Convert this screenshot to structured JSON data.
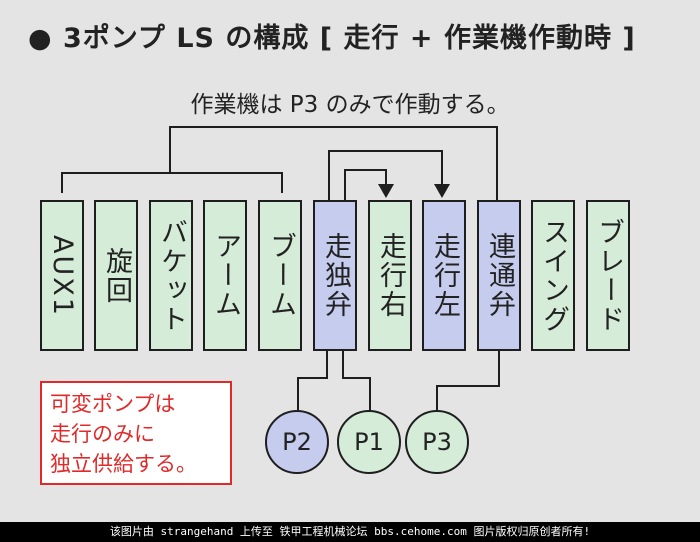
{
  "title": "● 3ポンプ LS の構成 [ 走行 + 作業機作動時 ]",
  "subtitle": "作業機は P3 のみで作動する。",
  "valves": [
    {
      "label": "AUX1",
      "color": "#d5ecd9"
    },
    {
      "label": "旋回",
      "color": "#d5ecd9"
    },
    {
      "label": "バケット",
      "color": "#d5ecd9"
    },
    {
      "label": "アーム",
      "color": "#d5ecd9"
    },
    {
      "label": "ブーム",
      "color": "#d5ecd9"
    },
    {
      "label": "走独弁",
      "color": "#c6ccee"
    },
    {
      "label": "走行右",
      "color": "#d5ecd9"
    },
    {
      "label": "走行左",
      "color": "#c6ccee"
    },
    {
      "label": "連通弁",
      "color": "#c6ccee"
    },
    {
      "label": "スイング",
      "color": "#d5ecd9"
    },
    {
      "label": "ブレード",
      "color": "#d5ecd9"
    }
  ],
  "pumps": [
    {
      "label": "P2",
      "color": "#c6ccee"
    },
    {
      "label": "P1",
      "color": "#d5ecd9"
    },
    {
      "label": "P3",
      "color": "#d5ecd9"
    }
  ],
  "note": {
    "lines": [
      "可変ポンプは",
      "走行のみに",
      "独立供給する。"
    ],
    "color": "#e02a2a"
  },
  "footer": "该图片由 strangehand 上传至 铁甲工程机械论坛 bbs.cehome.com 图片版权归原创者所有!"
}
